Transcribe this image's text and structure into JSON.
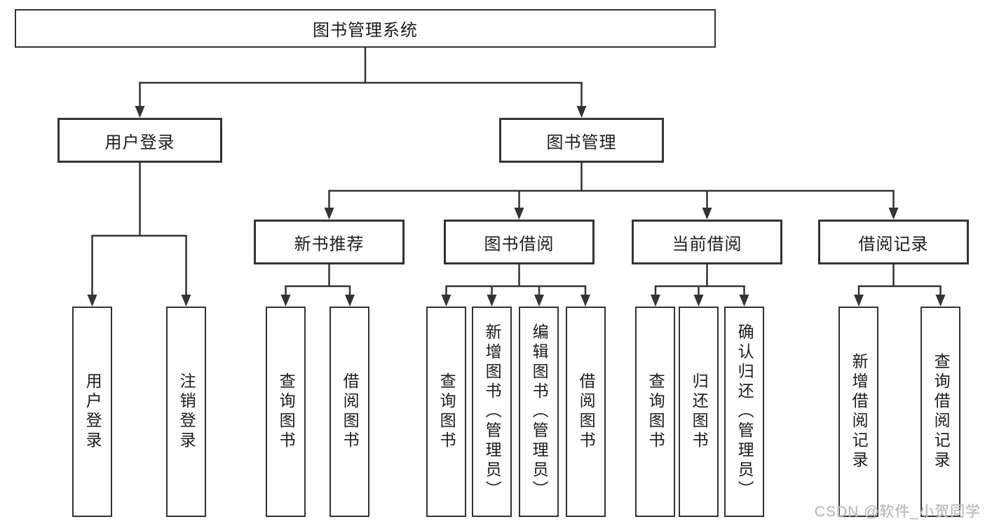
{
  "root": {
    "label": "图书管理系统"
  },
  "level2": {
    "user": {
      "label": "用户登录"
    },
    "book": {
      "label": "图书管理"
    }
  },
  "level3": {
    "new_books": {
      "label": "新书推荐"
    },
    "borrow": {
      "label": "图书借阅"
    },
    "current": {
      "label": "当前借阅"
    },
    "records": {
      "label": "借阅记录"
    }
  },
  "leaves": {
    "user": [
      "用户登录",
      "注销登录"
    ],
    "new_books": [
      "查询图书",
      "借阅图书"
    ],
    "borrow": [
      "查询图书",
      "新增图书（管理员）",
      "编辑图书（管理员）",
      "借阅图书"
    ],
    "current": [
      "查询图书",
      "归还图书",
      "确认归还（管理员）"
    ],
    "records": [
      "新增借阅记录",
      "查询借阅记录"
    ]
  },
  "watermark": "CSDN @软件_小贺同学",
  "colors": {
    "line": "#333333",
    "text": "#1c1c1c",
    "background": "#ffffff",
    "watermark": "#b4b8c0"
  }
}
